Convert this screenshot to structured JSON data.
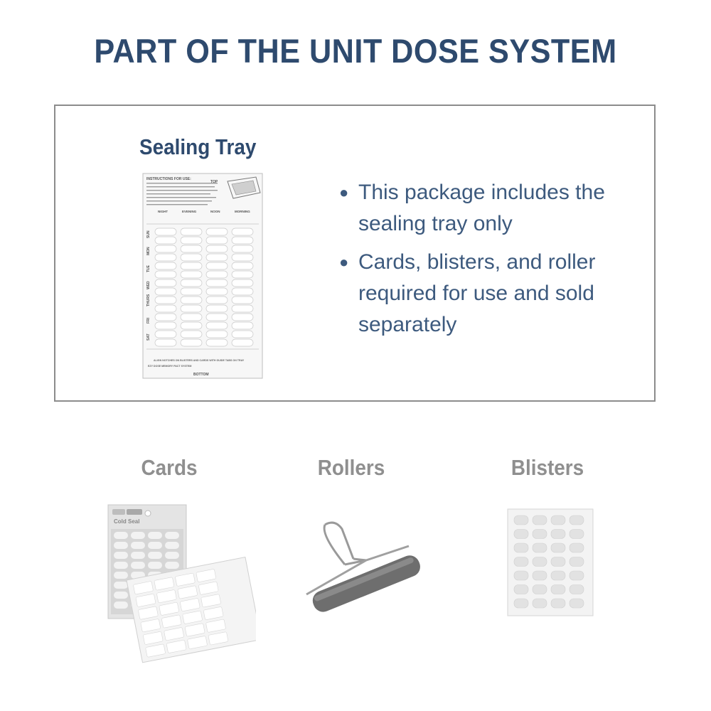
{
  "headline": "PART OF THE UNIT DOSE SYSTEM",
  "panel": {
    "title": "Sealing Tray",
    "bullets": [
      "This package includes the sealing tray only",
      "Cards, blisters, and roller required for use and sold separately"
    ],
    "tray": {
      "instructions_label": "INSTRUCTIONS FOR USE:",
      "top_label": "TOP",
      "bottom_label": "BOTTOM",
      "columns": [
        "NIGHT",
        "EVENING",
        "NOON",
        "MORNING"
      ],
      "days": [
        "SUN",
        "MON",
        "TUE",
        "WED",
        "THURS",
        "FRI",
        "SAT"
      ],
      "footer_line": "ALIGN NOTCHES ON BLISTERS AND CARDS WITH GUIDE TABS ON TRAY",
      "brand_line": "EZY DOSE MEMORY PACT SYSTEM"
    }
  },
  "products": [
    {
      "title": "Cards",
      "card_label": "Cold Seal"
    },
    {
      "title": "Rollers"
    },
    {
      "title": "Blisters"
    }
  ],
  "colors": {
    "navy": "#2e4a6e",
    "bullet_text": "#3d5a7e",
    "product_title": "#8f8f8f",
    "panel_border": "#8c8c8c"
  }
}
